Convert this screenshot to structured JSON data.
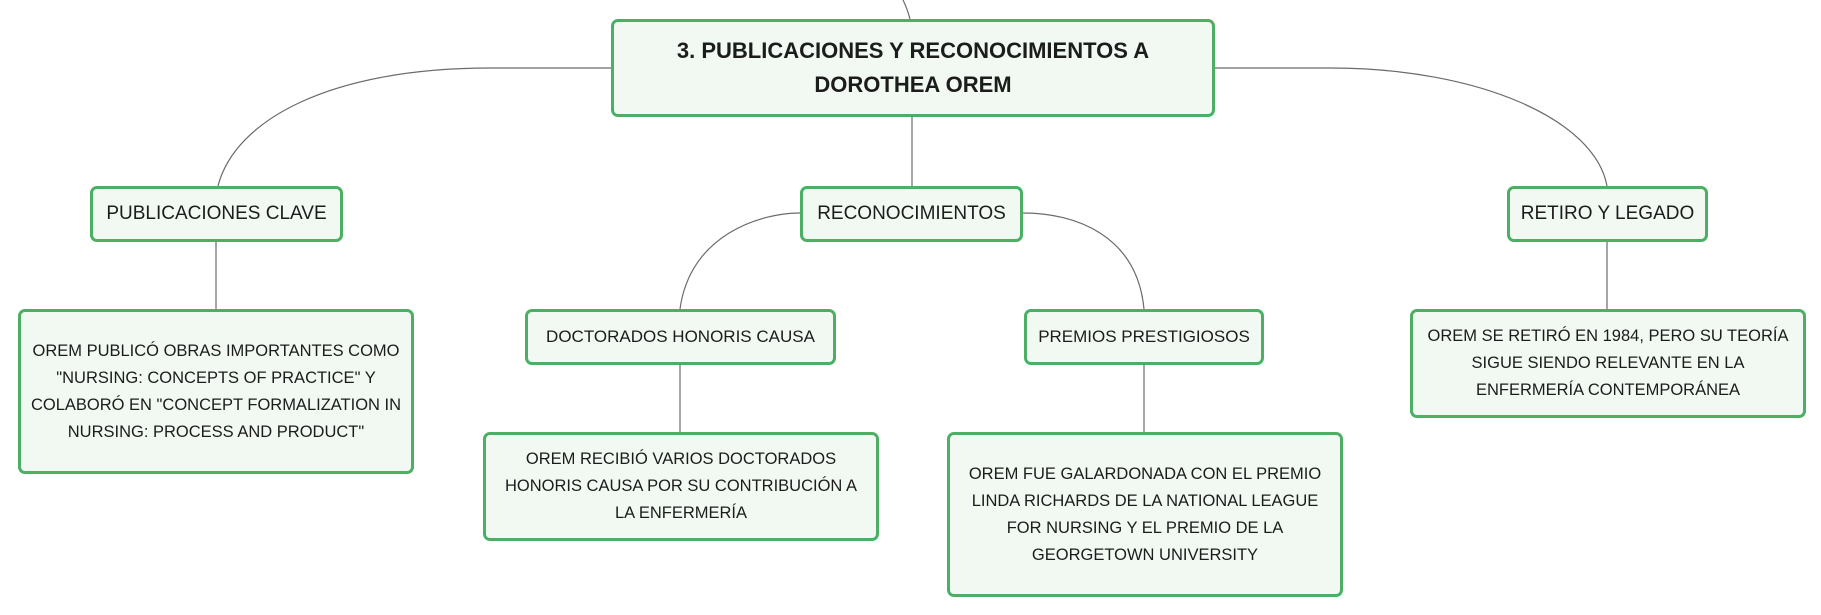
{
  "root": {
    "title": "3. PUBLICACIONES Y RECONOCIMIENTOS A DOROTHEA OREM"
  },
  "topics": {
    "publicaciones": {
      "label": "PUBLICACIONES CLAVE",
      "detail": "OREM PUBLICÓ OBRAS IMPORTANTES COMO \"NURSING: CONCEPTS OF PRACTICE\" Y COLABORÓ EN \"CONCEPT FORMALIZATION IN NURSING: PROCESS AND PRODUCT\""
    },
    "reconocimientos": {
      "label": "RECONOCIMIENTOS",
      "doctorados": {
        "label": "DOCTORADOS HONORIS CAUSA",
        "detail": "OREM RECIBIÓ VARIOS DOCTORADOS HONORIS CAUSA POR SU CONTRIBUCIÓN A LA ENFERMERÍA"
      },
      "premios": {
        "label": "PREMIOS PRESTIGIOSOS",
        "detail": "OREM FUE GALARDONADA CON EL PREMIO LINDA RICHARDS DE LA NATIONAL LEAGUE FOR NURSING Y EL PREMIO DE LA GEORGETOWN UNIVERSITY"
      }
    },
    "retiro": {
      "label": "RETIRO Y LEGADO",
      "detail": "OREM SE RETIRÓ EN 1984, PERO SU TEORÍA SIGUE SIENDO RELEVANTE EN LA ENFERMERÍA CONTEMPORÁNEA"
    }
  },
  "colors": {
    "node_border": "#4caf63",
    "node_fill": "#f1f9f2",
    "connector": "#6b6b6b",
    "text": "#1c1c1c"
  }
}
